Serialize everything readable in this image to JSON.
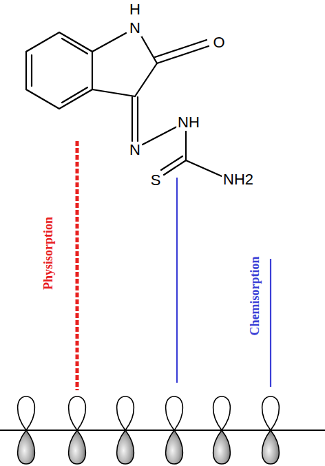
{
  "diagram": {
    "labels": [
      "H",
      "N",
      "O",
      "N",
      "NH",
      "S",
      "NH2",
      "Physisorption",
      "Chemisorption"
    ]
  }
}
